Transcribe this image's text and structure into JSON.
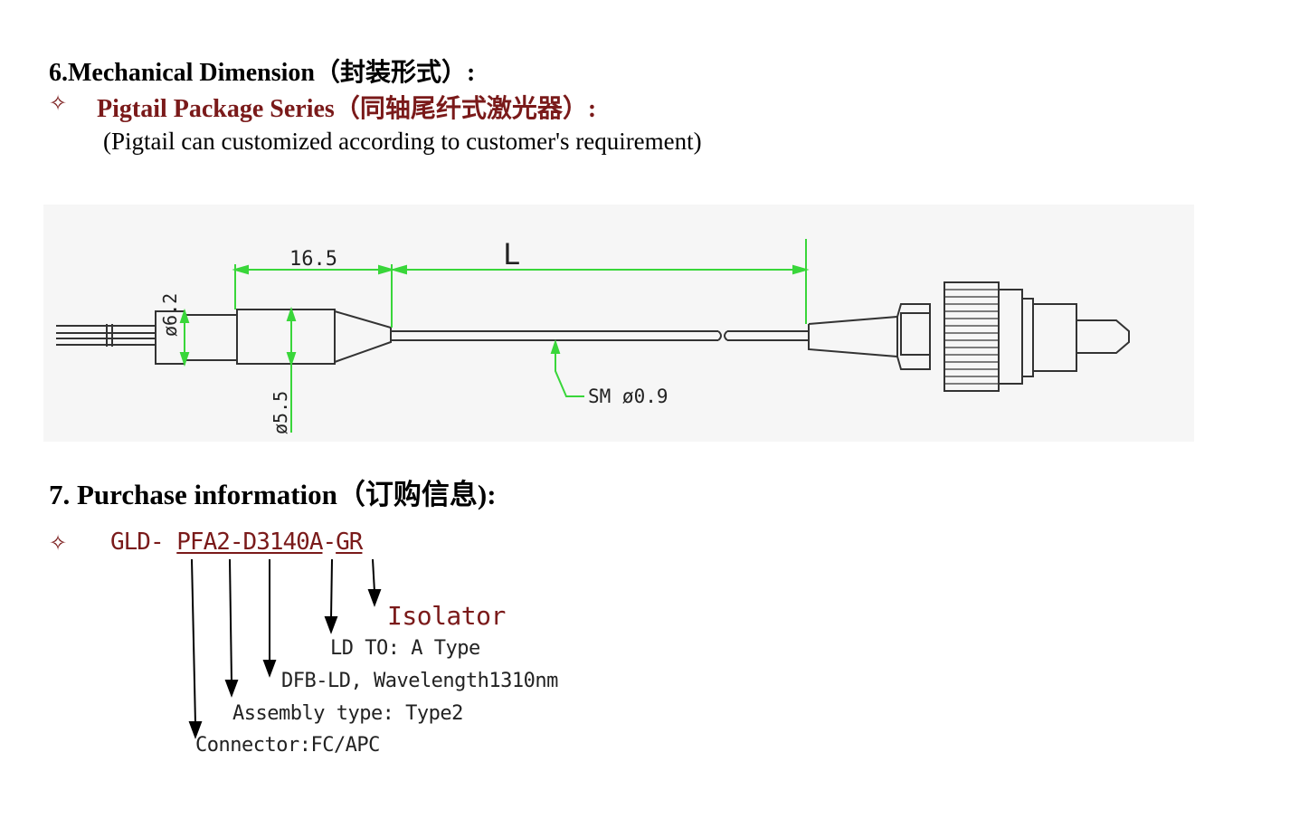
{
  "section6": {
    "title": "6.Mechanical Dimension（封装形式）:",
    "bullet_icon": "four-point-star-outline",
    "subtitle": "Pigtail Package Series（同轴尾纤式激光器）:",
    "note": "(Pigtail can customized according to customer's requirement)"
  },
  "drawing": {
    "dim_length_16": "16.5",
    "dim_L": "L",
    "dim_dia_62": "ø6.2",
    "dim_dia_55": "ø5.5",
    "fiber_label": "SM ø0.9",
    "dim_color": "#39d63a"
  },
  "section7": {
    "title": "7. Purchase information（订购信息):",
    "bullet_icon": "four-point-star-outline",
    "code_prefix": "GLD-",
    "code_pfa": "PFA2-D3140A",
    "code_dash": "-",
    "code_gr": "GR",
    "labels": {
      "isolator": "Isolator",
      "ld_to": "LD TO: A Type",
      "dfb": "DFB-LD, Wavelength1310nm",
      "assembly": "Assembly type: Type2",
      "connector": "Connector:FC/APC"
    }
  }
}
